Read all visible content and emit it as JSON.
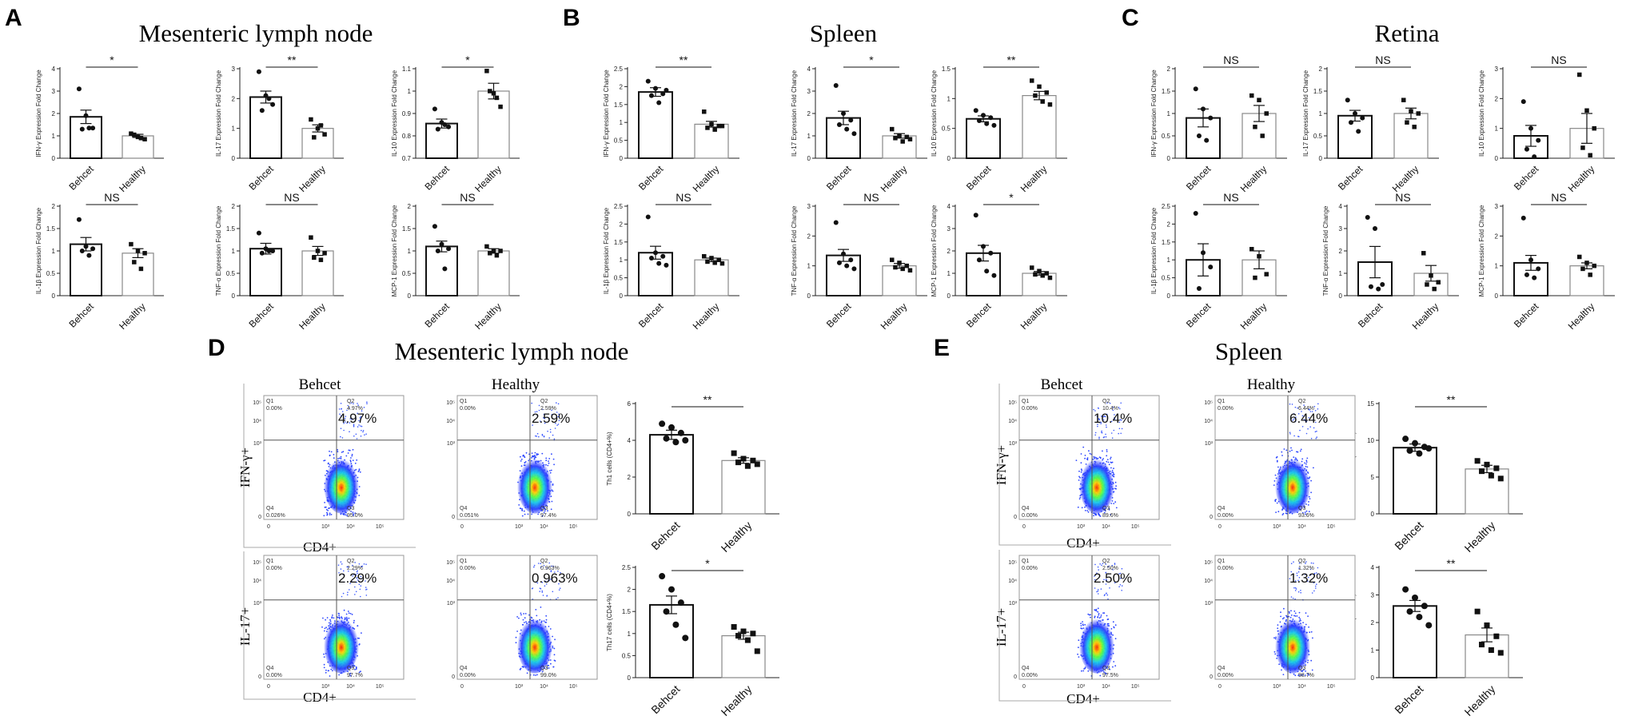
{
  "panels": {
    "A": {
      "letter": "A",
      "title": "Mesenteric lymph node"
    },
    "B": {
      "letter": "B",
      "title": "Spleen"
    },
    "C": {
      "letter": "C",
      "title": "Retina"
    },
    "D": {
      "letter": "D",
      "title": "Mesenteric lymph node"
    },
    "E": {
      "letter": "E",
      "title": "Spleen"
    }
  },
  "flow": {
    "group_labels": [
      "Behcet",
      "Healthy"
    ],
    "x_label": "CD4+",
    "row_labels": [
      "IFN-γ+",
      "IL-17+"
    ],
    "quadrants": [
      "Q1",
      "Q2",
      "Q3",
      "Q4"
    ],
    "tick_labels": [
      "0",
      "10³",
      "10⁴",
      "10⁵"
    ],
    "D": {
      "IFN": {
        "Behcet": {
          "q1": "0.00%",
          "q2": "4.97%",
          "q3": "95.0%",
          "q4": "0.026%",
          "big": "4.97%",
          "density": 0.9
        },
        "Healthy": {
          "q1": "0.00%",
          "q2": "2.59%",
          "q3": "97.4%",
          "q4": "0.051%",
          "big": "2.59%",
          "density": 0.7
        }
      },
      "IL17": {
        "Behcet": {
          "q1": "0.00%",
          "q2": "2.29%",
          "q3": "97.7%",
          "q4": "0.00%",
          "big": "2.29%",
          "density": 0.85
        },
        "Healthy": {
          "q1": "0.00%",
          "q2": "0.963%",
          "q3": "99.0%",
          "q4": "0.00%",
          "big": "0.963%",
          "density": 0.7
        }
      }
    },
    "E": {
      "IFN": {
        "Behcet": {
          "q1": "0.00%",
          "q2": "10.4%",
          "q3": "89.6%",
          "q4": "0.00%",
          "big": "10.4%",
          "density": 0.9
        },
        "Healthy": {
          "q1": "0.00%",
          "q2": "6.44%",
          "q3": "93.6%",
          "q4": "0.00%",
          "big": "6.44%",
          "density": 0.75
        }
      },
      "IL17": {
        "Behcet": {
          "q1": "0.00%",
          "q2": "2.50%",
          "q3": "97.5%",
          "q4": "0.00%",
          "big": "2.50%",
          "density": 0.75
        },
        "Healthy": {
          "q1": "0.00%",
          "q2": "1.32%",
          "q3": "98.7%",
          "q4": "0.00%",
          "big": "1.32%",
          "density": 0.75
        }
      }
    }
  },
  "chart_data": [
    {
      "type": "bar",
      "id": "A1",
      "categories": [
        "Behcet",
        "Healthy"
      ],
      "values": [
        1.85,
        1.0
      ],
      "errors": [
        0.3,
        0.07
      ],
      "points": [
        [
          3.1,
          1.9,
          1.35,
          1.3,
          1.35
        ],
        [
          1.1,
          0.95,
          0.85,
          1.05,
          0.9
        ]
      ],
      "ylabel": "IFN-γ Expression Fold Change",
      "ylim": [
        0,
        4
      ],
      "yticks": [
        0,
        1,
        2,
        3,
        4
      ],
      "sig": "*",
      "grid": false
    },
    {
      "type": "bar",
      "id": "A2",
      "categories": [
        "Behcet",
        "Healthy"
      ],
      "values": [
        2.05,
        1.0
      ],
      "errors": [
        0.2,
        0.12
      ],
      "points": [
        [
          2.9,
          2.1,
          1.8,
          1.6,
          2.0
        ],
        [
          1.3,
          1.0,
          0.8,
          0.7,
          1.1
        ]
      ],
      "ylabel": "IL-17 Expression Fold Change",
      "ylim": [
        0,
        3
      ],
      "yticks": [
        0,
        1,
        2,
        3
      ],
      "sig": "**",
      "grid": false
    },
    {
      "type": "bar",
      "id": "A3",
      "categories": [
        "Behcet",
        "Healthy"
      ],
      "values": [
        0.855,
        1.0
      ],
      "errors": [
        0.02,
        0.035
      ],
      "points": [
        [
          0.92,
          0.86,
          0.84,
          0.83,
          0.85
        ],
        [
          1.09,
          0.99,
          0.93,
          1.0,
          0.97
        ]
      ],
      "ylabel": "IL-10 Expression Fold Change",
      "ylim": [
        0.7,
        1.1
      ],
      "yticks": [
        0.7,
        0.8,
        0.9,
        1.0,
        1.1
      ],
      "sig": "*",
      "grid": false
    },
    {
      "type": "bar",
      "id": "A4",
      "categories": [
        "Behcet",
        "Healthy"
      ],
      "values": [
        1.15,
        0.95
      ],
      "errors": [
        0.15,
        0.1
      ],
      "points": [
        [
          1.7,
          1.1,
          1.05,
          1.0,
          0.9
        ],
        [
          1.15,
          1.0,
          0.95,
          0.75,
          0.6
        ]
      ],
      "ylabel": "IL-1β Expression Fold Change",
      "ylim": [
        0,
        2
      ],
      "yticks": [
        0,
        0.5,
        1.0,
        1.5,
        2.0
      ],
      "sig": "NS",
      "grid": false
    },
    {
      "type": "bar",
      "id": "A5",
      "categories": [
        "Behcet",
        "Healthy"
      ],
      "values": [
        1.05,
        1.0
      ],
      "errors": [
        0.12,
        0.1
      ],
      "points": [
        [
          1.4,
          1.05,
          1.0,
          0.95,
          1.0
        ],
        [
          1.3,
          1.0,
          0.95,
          0.85,
          0.8
        ]
      ],
      "ylabel": "TNF-α Expression Fold Change",
      "ylim": [
        0,
        2
      ],
      "yticks": [
        0,
        0.5,
        1.0,
        1.5,
        2.0
      ],
      "sig": "NS",
      "grid": false
    },
    {
      "type": "bar",
      "id": "A6",
      "categories": [
        "Behcet",
        "Healthy"
      ],
      "values": [
        1.1,
        1.0
      ],
      "errors": [
        0.12,
        0.05
      ],
      "points": [
        [
          1.55,
          1.15,
          1.05,
          1.0,
          0.6
        ],
        [
          1.1,
          1.0,
          1.0,
          0.95,
          0.9
        ]
      ],
      "ylabel": "MCP-1 Expression Fold Change",
      "ylim": [
        0,
        2
      ],
      "yticks": [
        0,
        0.5,
        1.0,
        1.5,
        2.0
      ],
      "sig": "NS",
      "grid": false
    },
    {
      "type": "bar",
      "id": "B1",
      "categories": [
        "Behcet",
        "Healthy"
      ],
      "values": [
        1.85,
        0.95
      ],
      "errors": [
        0.12,
        0.08
      ],
      "points": [
        [
          2.15,
          1.95,
          1.8,
          1.75,
          1.55,
          1.9
        ],
        [
          1.3,
          0.95,
          0.9,
          0.85,
          0.8,
          0.9
        ]
      ],
      "ylabel": "IFN-γ Expression Fold Change",
      "ylim": [
        0,
        2.5
      ],
      "yticks": [
        0,
        0.5,
        1.0,
        1.5,
        2.0,
        2.5
      ],
      "sig": "**",
      "grid": false
    },
    {
      "type": "bar",
      "id": "B2",
      "categories": [
        "Behcet",
        "Healthy"
      ],
      "values": [
        1.8,
        1.0
      ],
      "errors": [
        0.3,
        0.1
      ],
      "points": [
        [
          3.25,
          2.0,
          1.7,
          1.5,
          1.3,
          1.1
        ],
        [
          1.3,
          1.0,
          0.95,
          0.9,
          0.75,
          0.85
        ]
      ],
      "ylabel": "IL-17 Expression Fold Change",
      "ylim": [
        0,
        4
      ],
      "yticks": [
        0,
        1,
        2,
        3,
        4
      ],
      "sig": "*",
      "grid": false
    },
    {
      "type": "bar",
      "id": "B3",
      "categories": [
        "Behcet",
        "Healthy"
      ],
      "values": [
        0.66,
        1.05
      ],
      "errors": [
        0.05,
        0.07
      ],
      "points": [
        [
          0.8,
          0.72,
          0.68,
          0.63,
          0.58,
          0.55
        ],
        [
          1.3,
          1.2,
          1.1,
          1.05,
          0.95,
          0.9
        ]
      ],
      "ylabel": "IL-10 Expression Fold Change",
      "ylim": [
        0,
        1.5
      ],
      "yticks": [
        0,
        0.5,
        1.0,
        1.5
      ],
      "sig": "**",
      "grid": false
    },
    {
      "type": "bar",
      "id": "B4",
      "categories": [
        "Behcet",
        "Healthy"
      ],
      "values": [
        1.2,
        1.0
      ],
      "errors": [
        0.18,
        0.05
      ],
      "points": [
        [
          2.2,
          1.2,
          1.1,
          1.05,
          0.9,
          0.85
        ],
        [
          1.1,
          1.05,
          1.0,
          0.95,
          0.92,
          0.9
        ]
      ],
      "ylabel": "IL-1β Expression Fold Change",
      "ylim": [
        0,
        2.5
      ],
      "yticks": [
        0,
        0.5,
        1.0,
        1.5,
        2.0,
        2.5
      ],
      "sig": "NS",
      "grid": false
    },
    {
      "type": "bar",
      "id": "B5",
      "categories": [
        "Behcet",
        "Healthy"
      ],
      "values": [
        1.35,
        1.0
      ],
      "errors": [
        0.2,
        0.08
      ],
      "points": [
        [
          2.45,
          1.4,
          1.2,
          1.1,
          1.0,
          0.9
        ],
        [
          1.2,
          1.1,
          1.0,
          0.95,
          0.9,
          0.85
        ]
      ],
      "ylabel": "TNF-α Expression Fold Change",
      "ylim": [
        0,
        3
      ],
      "yticks": [
        0,
        1,
        2,
        3
      ],
      "sig": "NS",
      "grid": false
    },
    {
      "type": "bar",
      "id": "B6",
      "categories": [
        "Behcet",
        "Healthy"
      ],
      "values": [
        1.9,
        1.0
      ],
      "errors": [
        0.35,
        0.08
      ],
      "points": [
        [
          3.6,
          2.2,
          1.9,
          1.6,
          1.1,
          0.9
        ],
        [
          1.25,
          1.1,
          1.0,
          0.95,
          0.9,
          0.8
        ]
      ],
      "ylabel": "MCP-1 Expression Fold Change",
      "ylim": [
        0,
        4
      ],
      "yticks": [
        0,
        1,
        2,
        3,
        4
      ],
      "sig": "*",
      "grid": false
    },
    {
      "type": "bar",
      "id": "C1",
      "categories": [
        "Behcet",
        "Healthy"
      ],
      "values": [
        0.9,
        1.0
      ],
      "errors": [
        0.2,
        0.18
      ],
      "points": [
        [
          1.55,
          1.1,
          0.9,
          0.5,
          0.4
        ],
        [
          1.4,
          1.3,
          1.0,
          0.7,
          0.5
        ]
      ],
      "ylabel": "IFN-γ Expression Fold Change",
      "ylim": [
        0,
        2
      ],
      "yticks": [
        0,
        0.5,
        1.0,
        1.5,
        2.0
      ],
      "sig": "NS",
      "grid": false
    },
    {
      "type": "bar",
      "id": "C2",
      "categories": [
        "Behcet",
        "Healthy"
      ],
      "values": [
        0.95,
        1.0
      ],
      "errors": [
        0.12,
        0.12
      ],
      "points": [
        [
          1.3,
          1.0,
          0.9,
          0.8,
          0.6
        ],
        [
          1.3,
          1.05,
          1.0,
          0.8,
          0.7
        ]
      ],
      "ylabel": "IL-17 Expression Fold Change",
      "ylim": [
        0,
        2
      ],
      "yticks": [
        0,
        0.5,
        1.0,
        1.5,
        2.0
      ],
      "sig": "NS",
      "grid": false
    },
    {
      "type": "bar",
      "id": "C3",
      "categories": [
        "Behcet",
        "Healthy"
      ],
      "values": [
        0.75,
        1.0
      ],
      "errors": [
        0.35,
        0.5
      ],
      "points": [
        [
          1.9,
          1.0,
          0.6,
          0.3,
          0.05
        ],
        [
          2.8,
          1.6,
          1.0,
          0.35,
          0.1
        ]
      ],
      "ylabel": "IL-10 Expression Fold Change",
      "ylim": [
        0,
        3
      ],
      "yticks": [
        0,
        1,
        2,
        3
      ],
      "sig": "NS",
      "grid": false
    },
    {
      "type": "bar",
      "id": "C4",
      "categories": [
        "Behcet",
        "Healthy"
      ],
      "values": [
        1.0,
        1.0
      ],
      "errors": [
        0.45,
        0.25
      ],
      "points": [
        [
          2.3,
          1.2,
          0.8,
          0.2
        ],
        [
          1.3,
          1.1,
          0.6,
          0.5
        ]
      ],
      "ylabel": "IL-1β Expression Fold Change",
      "ylim": [
        0,
        2.5
      ],
      "yticks": [
        0,
        0.5,
        1.0,
        1.5,
        2.0,
        2.5
      ],
      "sig": "NS",
      "grid": false
    },
    {
      "type": "bar",
      "id": "C5",
      "categories": [
        "Behcet",
        "Healthy"
      ],
      "values": [
        1.5,
        1.0
      ],
      "errors": [
        0.7,
        0.35
      ],
      "points": [
        [
          3.5,
          3.0,
          0.5,
          0.4,
          0.3
        ],
        [
          1.9,
          0.9,
          0.6,
          0.5,
          0.3
        ]
      ],
      "ylabel": "TNF-α Expression Fold Change",
      "ylim": [
        0,
        4
      ],
      "yticks": [
        0,
        1,
        2,
        3,
        4
      ],
      "sig": "NS",
      "grid": false
    },
    {
      "type": "bar",
      "id": "C6",
      "categories": [
        "Behcet",
        "Healthy"
      ],
      "values": [
        1.1,
        1.0
      ],
      "errors": [
        0.25,
        0.1
      ],
      "points": [
        [
          2.6,
          1.2,
          0.9,
          0.7,
          0.6
        ],
        [
          1.3,
          1.1,
          1.0,
          0.9,
          0.7
        ]
      ],
      "ylabel": "MCP-1 Expression Fold Change",
      "ylim": [
        0,
        3
      ],
      "yticks": [
        0,
        1,
        2,
        3
      ],
      "sig": "NS",
      "grid": false
    },
    {
      "type": "bar",
      "id": "D1",
      "categories": [
        "Behcet",
        "Healthy"
      ],
      "values": [
        4.3,
        2.9
      ],
      "errors": [
        0.25,
        0.15
      ],
      "points": [
        [
          4.9,
          4.7,
          4.4,
          4.1,
          3.9,
          4.0
        ],
        [
          3.3,
          3.0,
          2.9,
          2.8,
          2.6,
          2.7
        ]
      ],
      "ylabel": "Th1 cells (CD4+%)",
      "ylim": [
        0,
        6
      ],
      "yticks": [
        0,
        2,
        4,
        6
      ],
      "sig": "**",
      "grid": false
    },
    {
      "type": "bar",
      "id": "D2",
      "categories": [
        "Behcet",
        "Healthy"
      ],
      "values": [
        1.65,
        0.95
      ],
      "errors": [
        0.2,
        0.08
      ],
      "points": [
        [
          2.3,
          2.0,
          1.7,
          1.5,
          1.2,
          0.9
        ],
        [
          1.15,
          1.05,
          1.0,
          0.95,
          0.85,
          0.6
        ]
      ],
      "ylabel": "Th17 cells (CD4+%)",
      "ylim": [
        0,
        2.5
      ],
      "yticks": [
        0,
        0.5,
        1.0,
        1.5,
        2.0,
        2.5
      ],
      "sig": "*",
      "grid": false
    },
    {
      "type": "bar",
      "id": "E1",
      "categories": [
        "Behcet",
        "Healthy"
      ],
      "values": [
        9.0,
        6.1
      ],
      "errors": [
        0.5,
        0.5
      ],
      "points": [
        [
          10.2,
          9.6,
          9.1,
          8.6,
          8.2,
          8.9
        ],
        [
          7.2,
          6.7,
          6.2,
          5.8,
          5.2,
          4.8
        ]
      ],
      "ylabel": "Th1 cells (CD4+%)",
      "ylim": [
        0,
        15
      ],
      "yticks": [
        0,
        5,
        10,
        15
      ],
      "sig": "**",
      "grid": false
    },
    {
      "type": "bar",
      "id": "E2",
      "categories": [
        "Behcet",
        "Healthy"
      ],
      "values": [
        2.6,
        1.55
      ],
      "errors": [
        0.2,
        0.25
      ],
      "points": [
        [
          3.2,
          2.9,
          2.6,
          2.4,
          2.2,
          1.9
        ],
        [
          2.4,
          1.9,
          1.5,
          1.2,
          1.0,
          0.9
        ]
      ],
      "ylabel": "Th17 cells (CD4+%)",
      "ylim": [
        0,
        4
      ],
      "yticks": [
        0,
        1,
        2,
        3,
        4
      ],
      "sig": "**",
      "grid": false
    }
  ]
}
